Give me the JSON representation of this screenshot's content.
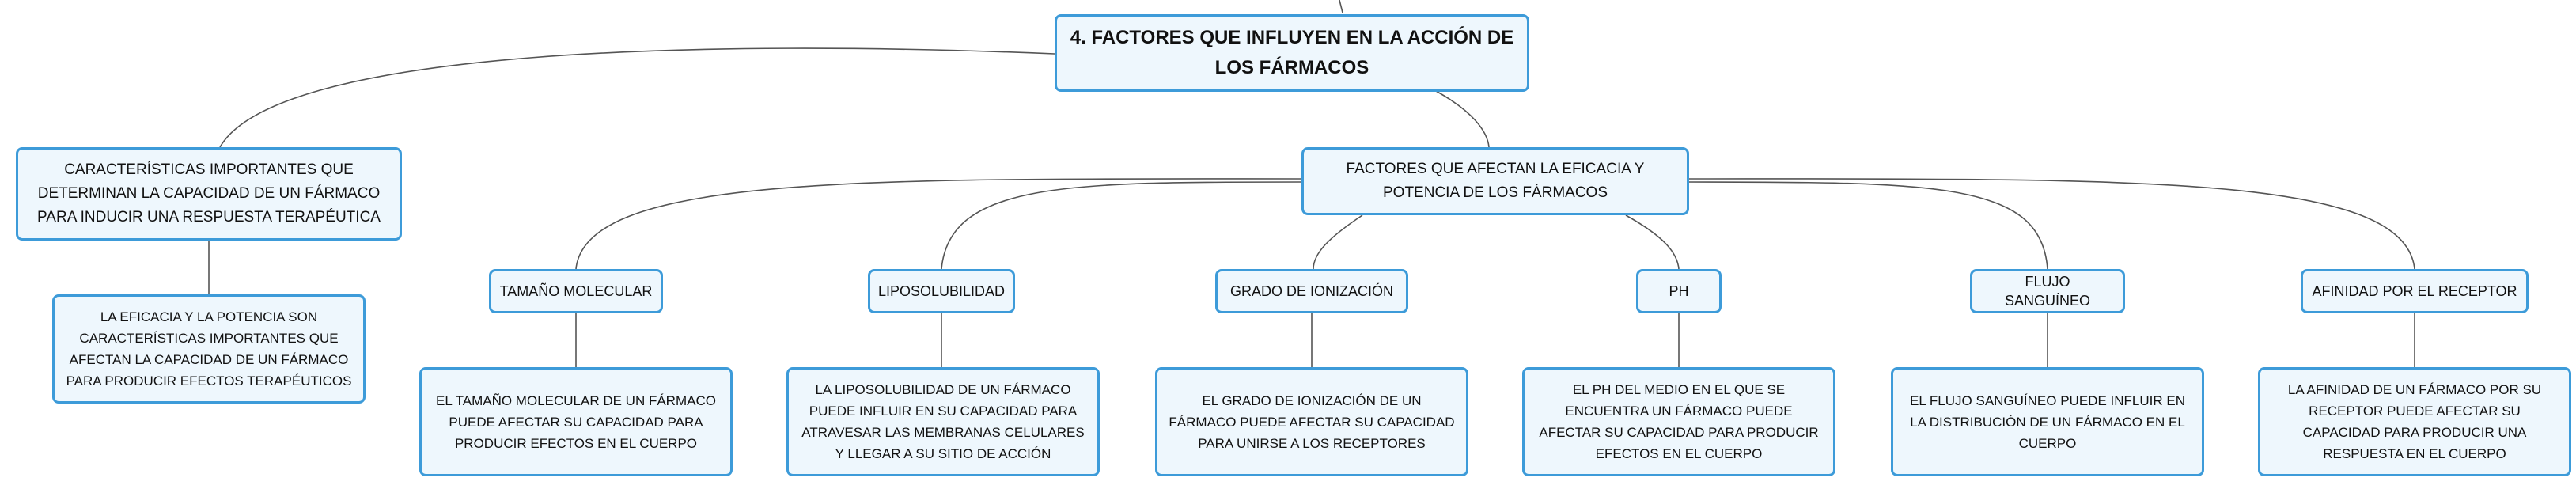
{
  "root": {
    "label": "4. FACTORES QUE INFLUYEN EN LA ACCIÓN DE LOS FÁRMACOS"
  },
  "characteristics": {
    "label": "CARACTERÍSTICAS IMPORTANTES QUE DETERMINAN LA CAPACIDAD DE UN FÁRMACO PARA INDUCIR UNA RESPUESTA TERAPÉUTICA",
    "detail": "LA EFICACIA Y LA POTENCIA SON CARACTERÍSTICAS IMPORTANTES QUE AFECTAN LA CAPACIDAD DE UN FÁRMACO PARA PRODUCIR EFECTOS TERAPÉUTICOS"
  },
  "factors_group": {
    "label": "FACTORES QUE AFECTAN LA EFICACIA Y POTENCIA DE LOS FÁRMACOS",
    "factors": [
      {
        "label": "TAMAÑO MOLECULAR",
        "detail": "EL TAMAÑO MOLECULAR DE UN FÁRMACO PUEDE AFECTAR SU CAPACIDAD PARA PRODUCIR EFECTOS EN EL CUERPO"
      },
      {
        "label": "LIPOSOLUBILIDAD",
        "detail": "LA LIPOSOLUBILIDAD DE UN FÁRMACO PUEDE INFLUIR EN SU CAPACIDAD PARA ATRAVESAR LAS MEMBRANAS CELULARES Y LLEGAR A SU SITIO DE ACCIÓN"
      },
      {
        "label": "GRADO DE IONIZACIÓN",
        "detail": "EL GRADO DE IONIZACIÓN DE UN FÁRMACO PUEDE AFECTAR SU CAPACIDAD PARA UNIRSE A LOS RECEPTORES"
      },
      {
        "label": "PH",
        "detail": "EL PH DEL MEDIO EN EL QUE SE ENCUENTRA UN FÁRMACO PUEDE AFECTAR SU CAPACIDAD PARA PRODUCIR EFECTOS EN EL CUERPO"
      },
      {
        "label": "FLUJO SANGUÍNEO",
        "detail": "EL FLUJO SANGUÍNEO PUEDE INFLUIR EN LA DISTRIBUCIÓN DE UN FÁRMACO EN EL CUERPO"
      },
      {
        "label": "AFINIDAD POR EL RECEPTOR",
        "detail": "LA AFINIDAD DE UN FÁRMACO POR SU RECEPTOR PUEDE AFECTAR SU CAPACIDAD PARA PRODUCIR UNA RESPUESTA EN EL CUERPO"
      }
    ]
  },
  "colors": {
    "border": "#3d9bd9",
    "fill": "#eef7fd",
    "line": "#555555"
  }
}
